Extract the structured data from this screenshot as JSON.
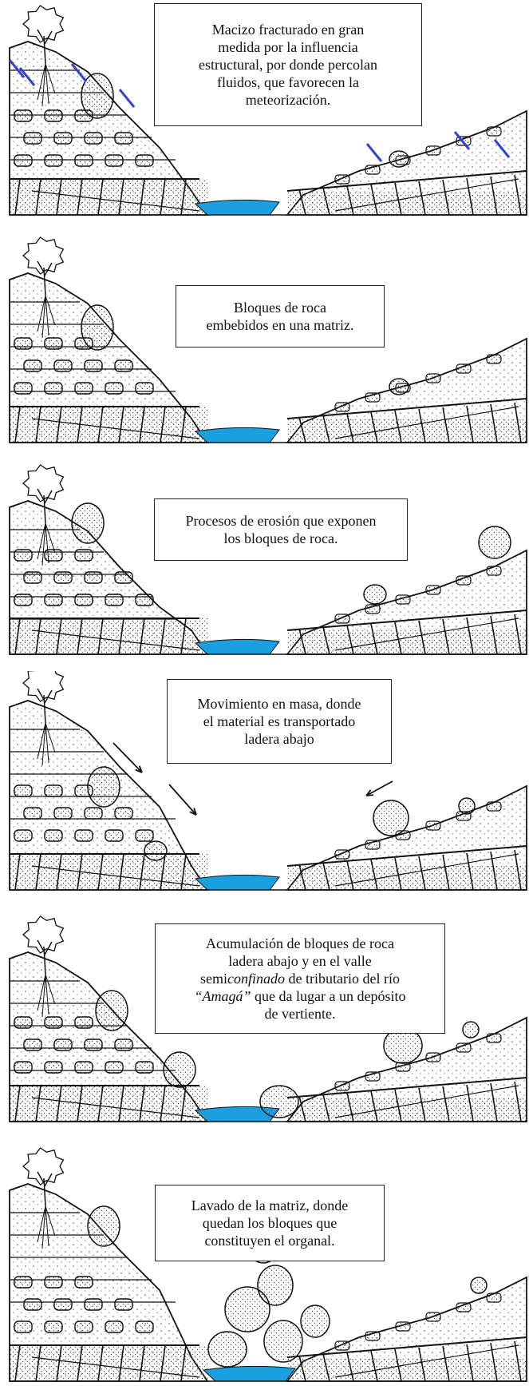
{
  "panels": [
    {
      "id": 1,
      "caption_lines": [
        "Macizo fracturado en gran",
        "medida por la influencia",
        "estructural, por donde percolan",
        "fluidos, que favorecen la",
        "meteorización."
      ]
    },
    {
      "id": 2,
      "caption_lines": [
        "Bloques de roca",
        "embebidos en una matriz."
      ]
    },
    {
      "id": 3,
      "caption_lines": [
        "Procesos de erosión que exponen",
        "los bloques de roca."
      ]
    },
    {
      "id": 4,
      "caption_lines": [
        "Movimiento en masa, donde",
        "el material es transportado",
        "ladera abajo"
      ]
    },
    {
      "id": 5,
      "caption_lines": [
        "Acumulación de bloques de roca",
        "ladera abajo y en el valle"
      ],
      "caption_rich": {
        "l3_pre": "semi",
        "l3_italic": "confinado",
        "l3_post": " de tributario del río",
        "l4_italic": "“Amagá”",
        "l4_post": " que da lugar a un depósito",
        "l5": "de vertiente."
      }
    },
    {
      "id": 6,
      "caption_lines": [
        "Lavado de la matriz, donde",
        "quedan los bloques que",
        "constituyen el organal."
      ]
    }
  ],
  "colors": {
    "water": "#1aa0e0",
    "line": "#111111",
    "fluid_arrows": "#3344cc",
    "dots": "#555555"
  }
}
